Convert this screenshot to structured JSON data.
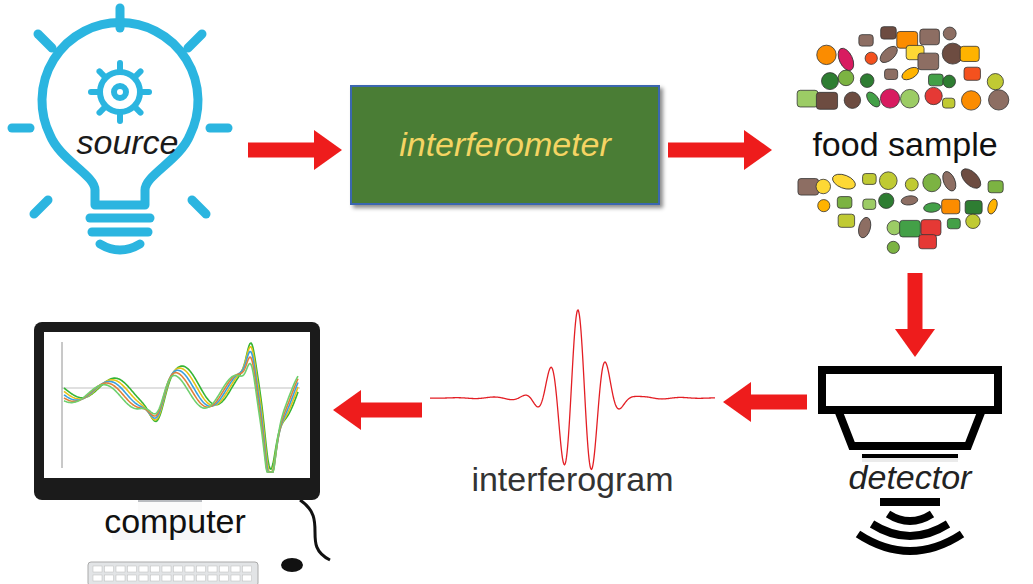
{
  "diagram": {
    "nodes": [
      {
        "text": [
          "source"
        ]
      },
      {
        "text": [
          "interferometer"
        ]
      },
      {
        "text": [
          "food sample"
        ]
      },
      {
        "text": [
          "detector"
        ]
      },
      {
        "text": [
          "interferogram"
        ]
      },
      {
        "text": [
          "computer"
        ]
      }
    ],
    "edges": [
      {
        "from": 0,
        "to": 1,
        "arrow": "to"
      },
      {
        "from": 1,
        "to": 2,
        "arrow": "to"
      },
      {
        "from": 2,
        "to": 3,
        "arrow": "to"
      },
      {
        "from": 3,
        "to": 4,
        "arrow": "to"
      },
      {
        "from": 4,
        "to": 5,
        "arrow": "to"
      }
    ]
  }
}
